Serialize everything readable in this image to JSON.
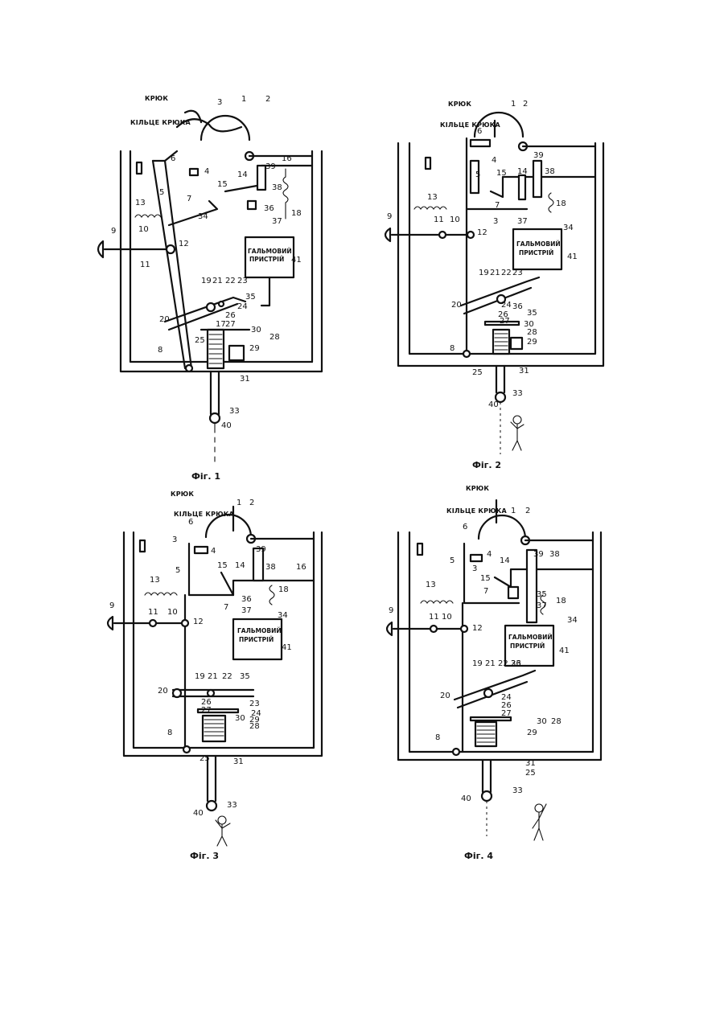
{
  "figures": [
    {
      "caption": "Фіг. 1",
      "hook_label": "КРЮК",
      "ring_label": "КІЛЬЦЕ КРЮКА",
      "device_line1": "ГАЛЬМОВИЙ",
      "device_line2": "ПРИСТРІЙ",
      "labels": [
        "1",
        "2",
        "3",
        "4",
        "5",
        "6",
        "7",
        "8",
        "9",
        "10",
        "11",
        "12",
        "13",
        "14",
        "15",
        "16",
        "17",
        "18",
        "19",
        "20",
        "21",
        "22",
        "23",
        "24",
        "25",
        "26",
        "27",
        "28",
        "29",
        "30",
        "31",
        "33",
        "34",
        "35",
        "36",
        "37",
        "38",
        "39",
        "40",
        "41"
      ]
    },
    {
      "caption": "Фіг. 2",
      "hook_label": "КРЮК",
      "ring_label": "КІЛЬЦЕ КРЮКА",
      "device_line1": "ГАЛЬМОВИЙ",
      "device_line2": "ПРИСТРІЙ",
      "labels": [
        "1",
        "2",
        "3",
        "4",
        "5",
        "6",
        "7",
        "8",
        "9",
        "10",
        "11",
        "12",
        "13",
        "14",
        "15",
        "18",
        "19",
        "20",
        "21",
        "22",
        "23",
        "24",
        "25",
        "26",
        "27",
        "28",
        "29",
        "30",
        "31",
        "33",
        "34",
        "35",
        "36",
        "37",
        "38",
        "39",
        "40",
        "41"
      ]
    },
    {
      "caption": "Фіг. 3",
      "hook_label": "КРЮК",
      "ring_label": "КІЛЬЦЕ КРЮКА",
      "device_line1": "ГАЛЬМОВИЙ",
      "device_line2": "ПРИСТРІЙ",
      "labels": [
        "1",
        "2",
        "3",
        "4",
        "5",
        "6",
        "7",
        "8",
        "9",
        "10",
        "11",
        "12",
        "13",
        "14",
        "15",
        "16",
        "18",
        "19",
        "20",
        "21",
        "22",
        "23",
        "24",
        "25",
        "26",
        "27",
        "28",
        "29",
        "30",
        "31",
        "33",
        "34",
        "35",
        "36",
        "37",
        "38",
        "39",
        "40",
        "41"
      ]
    },
    {
      "caption": "Фіг. 4",
      "hook_label": "КРЮК",
      "ring_label": "КІЛЬЦЕ КРЮКА",
      "device_line1": "ГАЛЬМОВИЙ",
      "device_line2": "ПРИСТРІЙ",
      "labels": [
        "1",
        "2",
        "3",
        "4",
        "5",
        "6",
        "7",
        "8",
        "9",
        "10",
        "11",
        "12",
        "13",
        "14",
        "15",
        "18",
        "19",
        "20",
        "21",
        "22",
        "23",
        "24",
        "25",
        "26",
        "27",
        "28",
        "29",
        "30",
        "31",
        "33",
        "34",
        "35",
        "36",
        "37",
        "38",
        "39",
        "40",
        "41"
      ]
    }
  ]
}
